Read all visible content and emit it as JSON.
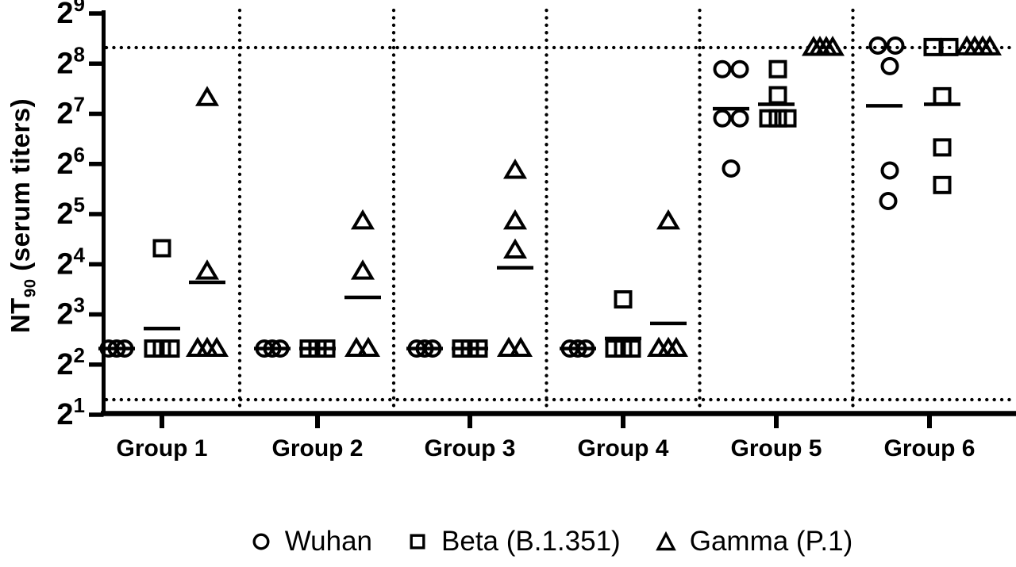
{
  "chart_data": {
    "type": "scatter",
    "title": "",
    "y_axis": {
      "scale": "log2",
      "label_base": "NT",
      "label_sub": "90",
      "label_rest": " (serum titers)",
      "tick_exponents": [
        9,
        8,
        7,
        6,
        5,
        4,
        3,
        2,
        1
      ],
      "range_exp": [
        1,
        9
      ]
    },
    "limit_lines": {
      "upper_exp": 8.32,
      "lower_exp": 1.3
    },
    "series_meta": [
      {
        "key": "wuhan",
        "name": "Wuhan",
        "marker": "circle"
      },
      {
        "key": "beta",
        "name": "Beta (B.1.351)",
        "marker": "square"
      },
      {
        "key": "gamma",
        "name": "Gamma (P.1)",
        "marker": "triangle"
      }
    ],
    "groups_data": [
      {
        "label": "Group 1",
        "wuhan": {
          "points": [
            {
              "t": 5,
              "e": 2.32,
              "j": -10
            },
            {
              "t": 5,
              "e": 2.32,
              "j": 0
            },
            {
              "t": 5,
              "e": 2.32,
              "j": 10
            }
          ],
          "mean_e": 2.32
        },
        "beta": {
          "points": [
            {
              "t": 20,
              "e": 4.32,
              "j": 0
            },
            {
              "t": 5,
              "e": 2.32,
              "j": -11
            },
            {
              "t": 5,
              "e": 2.32,
              "j": 0
            },
            {
              "t": 5,
              "e": 2.32,
              "j": 11
            }
          ],
          "mean_e": 2.72
        },
        "gamma": {
          "points": [
            {
              "t": 160,
              "e": 7.32,
              "j": 0
            },
            {
              "t": 15,
              "e": 3.86,
              "j": 0
            },
            {
              "t": 5,
              "e": 2.32,
              "j": -12
            },
            {
              "t": 5,
              "e": 2.32,
              "j": 0
            },
            {
              "t": 5,
              "e": 2.32,
              "j": 12
            }
          ],
          "mean_e": 3.64
        }
      },
      {
        "label": "Group 2",
        "wuhan": {
          "points": [
            {
              "t": 5,
              "e": 2.32,
              "j": -10
            },
            {
              "t": 5,
              "e": 2.32,
              "j": 0
            },
            {
              "t": 5,
              "e": 2.32,
              "j": 10
            }
          ],
          "mean_e": 2.32
        },
        "beta": {
          "points": [
            {
              "t": 5,
              "e": 2.32,
              "j": -11
            },
            {
              "t": 5,
              "e": 2.32,
              "j": 0
            },
            {
              "t": 5,
              "e": 2.32,
              "j": 11
            }
          ],
          "mean_e": 2.32
        },
        "gamma": {
          "points": [
            {
              "t": 30,
              "e": 4.86,
              "j": 0
            },
            {
              "t": 15,
              "e": 3.86,
              "j": 0
            },
            {
              "t": 5,
              "e": 2.32,
              "j": -8
            },
            {
              "t": 5,
              "e": 2.32,
              "j": 7
            }
          ],
          "mean_e": 3.34
        }
      },
      {
        "label": "Group 3",
        "wuhan": {
          "points": [
            {
              "t": 5,
              "e": 2.32,
              "j": -10
            },
            {
              "t": 5,
              "e": 2.32,
              "j": 0
            },
            {
              "t": 5,
              "e": 2.32,
              "j": 10
            }
          ],
          "mean_e": 2.32
        },
        "beta": {
          "points": [
            {
              "t": 5,
              "e": 2.32,
              "j": -11
            },
            {
              "t": 5,
              "e": 2.32,
              "j": 0
            },
            {
              "t": 5,
              "e": 2.32,
              "j": 11
            }
          ],
          "mean_e": 2.32
        },
        "gamma": {
          "points": [
            {
              "t": 60,
              "e": 5.87,
              "j": 0
            },
            {
              "t": 30,
              "e": 4.86,
              "j": 0
            },
            {
              "t": 20,
              "e": 4.28,
              "j": 0
            },
            {
              "t": 5,
              "e": 2.32,
              "j": -8
            },
            {
              "t": 5,
              "e": 2.32,
              "j": 7
            }
          ],
          "mean_e": 3.93
        }
      },
      {
        "label": "Group 4",
        "wuhan": {
          "points": [
            {
              "t": 5,
              "e": 2.32,
              "j": -10
            },
            {
              "t": 5,
              "e": 2.32,
              "j": 0
            },
            {
              "t": 5,
              "e": 2.32,
              "j": 10
            }
          ],
          "mean_e": 2.32
        },
        "beta": {
          "points": [
            {
              "t": 10,
              "e": 3.3,
              "j": 0
            },
            {
              "t": 5,
              "e": 2.32,
              "j": -11
            },
            {
              "t": 5,
              "e": 2.32,
              "j": 0
            },
            {
              "t": 5,
              "e": 2.32,
              "j": 11
            }
          ],
          "mean_e": 2.52
        },
        "gamma": {
          "points": [
            {
              "t": 30,
              "e": 4.86,
              "j": 0
            },
            {
              "t": 5,
              "e": 2.32,
              "j": -12
            },
            {
              "t": 5,
              "e": 2.32,
              "j": 0
            },
            {
              "t": 5,
              "e": 2.32,
              "j": 10
            }
          ],
          "mean_e": 2.82
        }
      },
      {
        "label": "Group 5",
        "wuhan": {
          "points": [
            {
              "t": 240,
              "e": 7.89,
              "j": -11
            },
            {
              "t": 240,
              "e": 7.89,
              "j": 11
            },
            {
              "t": 120,
              "e": 6.91,
              "j": -11
            },
            {
              "t": 120,
              "e": 6.91,
              "j": 11
            },
            {
              "t": 60,
              "e": 5.91,
              "j": 0
            }
          ],
          "mean_e": 7.1
        },
        "beta": {
          "points": [
            {
              "t": 240,
              "e": 7.89,
              "j": 2
            },
            {
              "t": 160,
              "e": 7.37,
              "j": 2
            },
            {
              "t": 120,
              "e": 6.91,
              "j": -10
            },
            {
              "t": 120,
              "e": 6.91,
              "j": 2
            },
            {
              "t": 120,
              "e": 6.91,
              "j": 14
            }
          ],
          "mean_e": 7.19
        },
        "gamma": {
          "points": [
            {
              "t": 320,
              "e": 8.32,
              "j": -10
            },
            {
              "t": 320,
              "e": 8.32,
              "j": -2
            },
            {
              "t": 320,
              "e": 8.32,
              "j": 6
            },
            {
              "t": 320,
              "e": 8.32,
              "j": 14
            }
          ],
          "mean_e": null
        }
      },
      {
        "label": "Group 6",
        "wuhan": {
          "points": [
            {
              "t": 320,
              "e": 8.36,
              "j": -8
            },
            {
              "t": 320,
              "e": 8.36,
              "j": 14
            },
            {
              "t": 240,
              "e": 7.95,
              "j": 7
            },
            {
              "t": 60,
              "e": 5.87,
              "j": 7
            },
            {
              "t": 40,
              "e": 5.26,
              "j": 5
            }
          ],
          "mean_e": 7.16
        },
        "beta": {
          "points": [
            {
              "t": 320,
              "e": 8.33,
              "j": 4
            },
            {
              "t": 320,
              "e": 8.33,
              "j": 25
            },
            {
              "t": 160,
              "e": 7.35,
              "j": 16
            },
            {
              "t": 80,
              "e": 6.33,
              "j": 16
            },
            {
              "t": 50,
              "e": 5.58,
              "j": 16
            }
          ],
          "mean_e": 7.19,
          "mean_j": 16
        },
        "gamma": {
          "points": [
            {
              "t": 320,
              "e": 8.33,
              "j": -10
            },
            {
              "t": 320,
              "e": 8.33,
              "j": 0
            },
            {
              "t": 320,
              "e": 8.33,
              "j": 10
            },
            {
              "t": 320,
              "e": 8.33,
              "j": 19
            }
          ],
          "mean_e": null
        }
      }
    ]
  },
  "colors": {
    "ink": "#000000",
    "background": "#ffffff"
  }
}
